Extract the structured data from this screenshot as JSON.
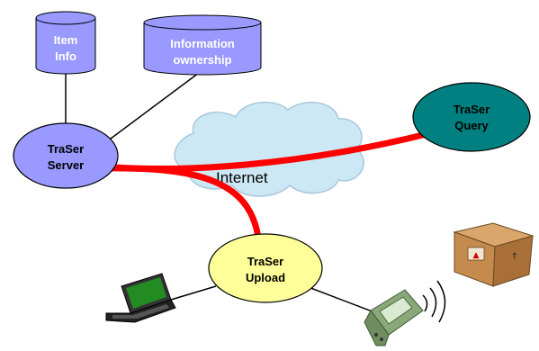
{
  "nodes": {
    "item_info": "Item Info",
    "info_ownership": "Information ownership",
    "traser_server": [
      "TraSer",
      "Server"
    ],
    "traser_query": [
      "TraSer",
      "Query"
    ],
    "traser_upload": [
      "TraSer",
      "Upload"
    ]
  },
  "cloud_label": "Internet",
  "colors": {
    "database": "#9999ff",
    "server": "#9999ff",
    "query": "#008080",
    "upload": "#ffff99",
    "cloud": "#cce8f4",
    "link": "#ff0000"
  }
}
